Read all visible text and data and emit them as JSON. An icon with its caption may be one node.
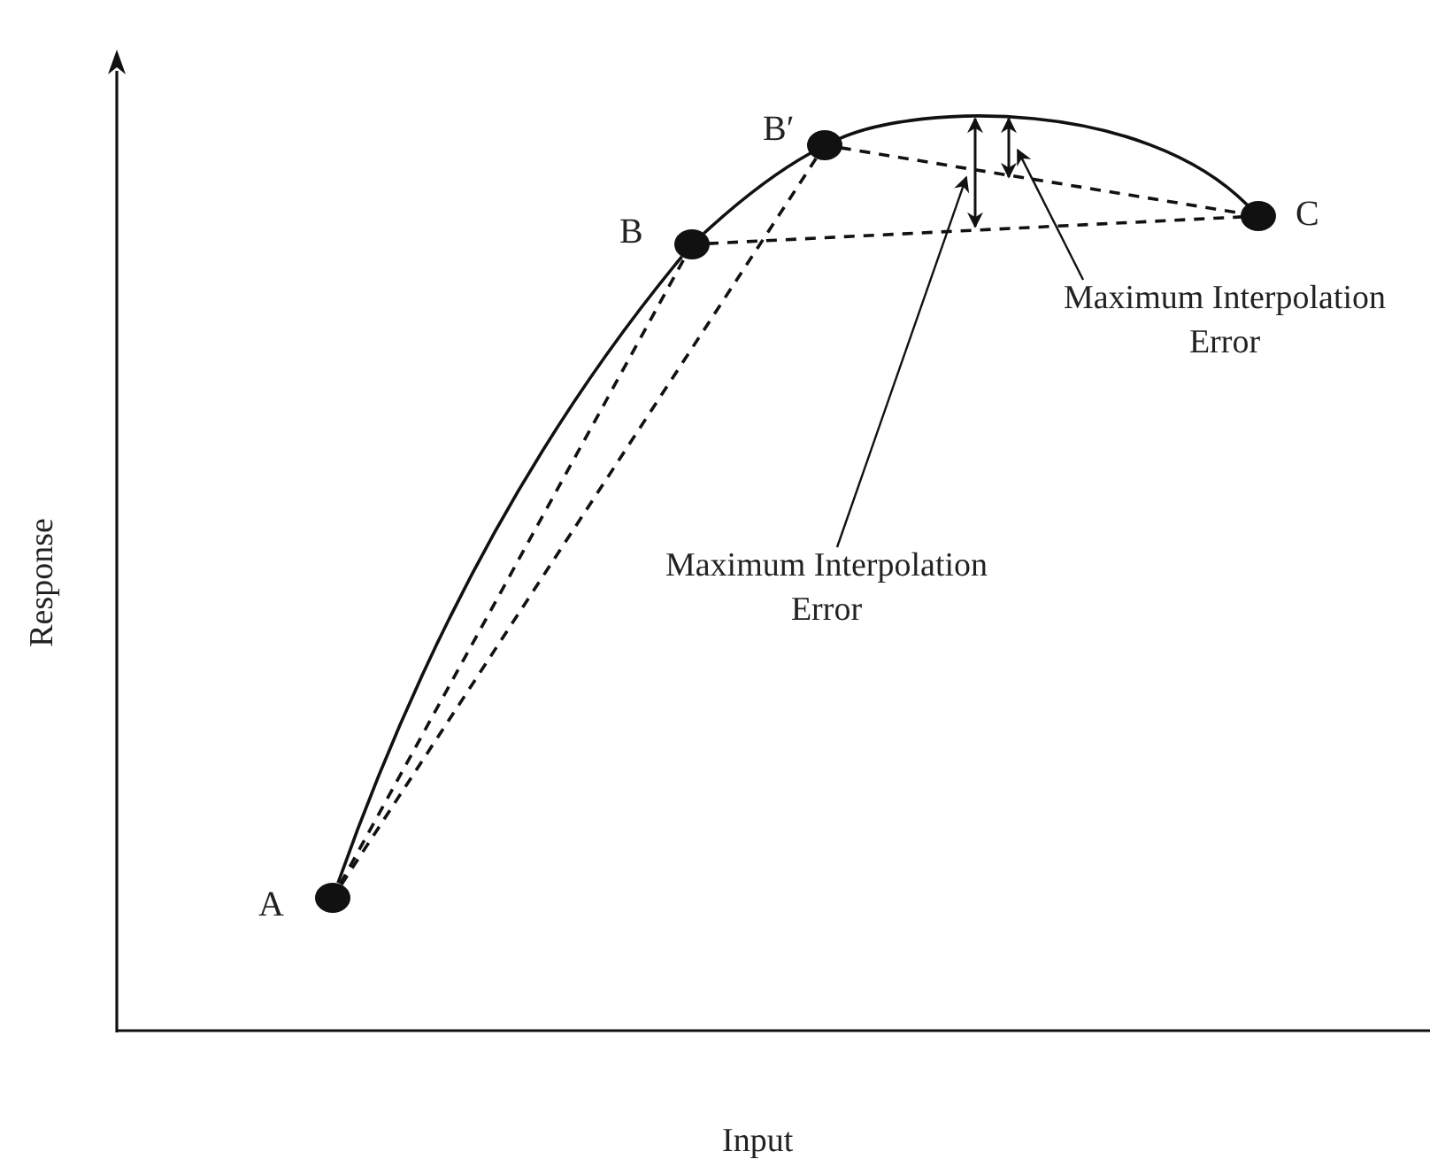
{
  "diagram": {
    "nodes": [
      {
        "text": [],
        "shape": "circle",
        "beside": [
          "A"
        ]
      },
      {
        "text": [],
        "shape": "circle",
        "beside": [
          "B"
        ]
      },
      {
        "text": [],
        "shape": "circle",
        "beside": [
          "B′"
        ]
      },
      {
        "text": [],
        "shape": "circle",
        "beside": [
          "C"
        ]
      },
      {
        "text": [],
        "shape": "arrow"
      },
      {
        "text": [],
        "shape": "arrow"
      },
      {
        "text": [
          "Maximum Interpolation Error"
        ]
      },
      {
        "text": [
          "Maximum Interpolation Error"
        ]
      }
    ],
    "edges": [
      {
        "from": 0,
        "to": 1,
        "arrow": "none"
      },
      {
        "from": 1,
        "to": 2,
        "arrow": "none"
      },
      {
        "from": 2,
        "to": 3,
        "arrow": "none"
      },
      {
        "from": 0,
        "to": 1,
        "arrow": "none",
        "style": "dashed"
      },
      {
        "from": 0,
        "to": 2,
        "arrow": "none",
        "style": "dashed"
      },
      {
        "from": 1,
        "to": 3,
        "arrow": "none",
        "style": "dashed"
      },
      {
        "from": 2,
        "to": 3,
        "arrow": "none",
        "style": "dashed"
      },
      {
        "from": 6,
        "to": 5,
        "arrow": "to"
      },
      {
        "from": 7,
        "to": 4,
        "arrow": "to"
      }
    ],
    "labels": [
      "Response",
      "Input"
    ]
  }
}
